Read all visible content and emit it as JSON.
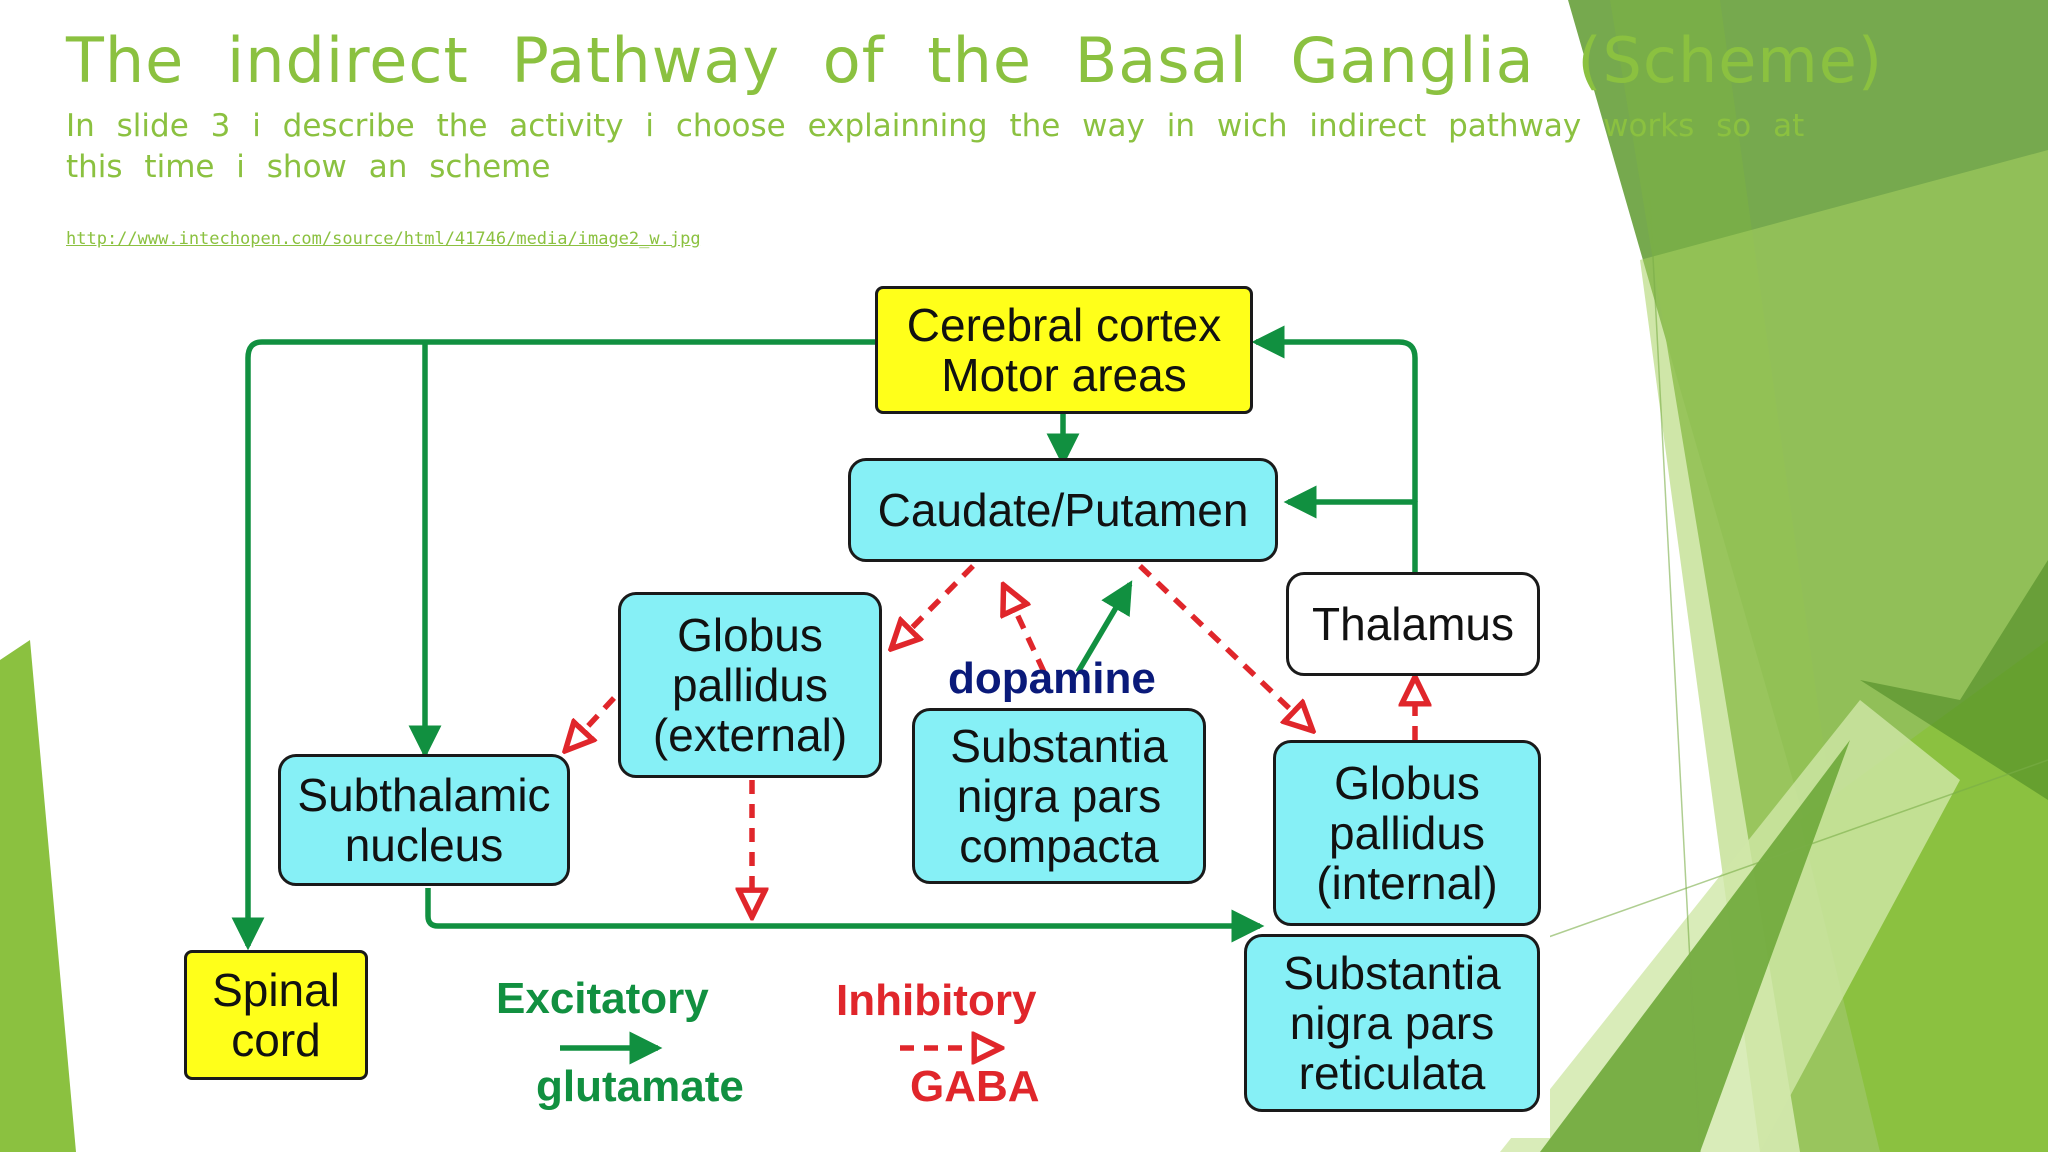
{
  "slide": {
    "title": "The  indirect  Pathway  of  the  Basal  Ganglia (Scheme)",
    "subtitle": "In slide 3  i describe  the  activity  i  choose  explainning  the  way in  wich  indirect  pathway  works so  at  this time  i  show  an scheme",
    "link": "http://www.intechopen.com/source/html/41746/media/image2_w.jpg"
  },
  "diagram": {
    "nodes": {
      "cortex": "Cerebral cortex\nMotor areas",
      "caudate": "Caudate/Putamen",
      "gpe": "Globus\npallidus\n(external)",
      "stn": "Subthalamic\nnucleus",
      "snc": "Substantia\nnigra pars\ncompacta",
      "thalamus": "Thalamus",
      "gpi": "Globus\npallidus\n(internal)",
      "snr": "Substantia\nnigra pars\nreticulata",
      "spinal": "Spinal\ncord"
    },
    "labels": {
      "dopamine": "dopamine",
      "excitatory": "Excitatory",
      "glutamate": "glutamate",
      "inhibitory": "Inhibitory",
      "gaba": "GABA"
    }
  },
  "colors": {
    "theme_green": "#8bc140",
    "excitatory": "#119040",
    "inhibitory": "#e0262b",
    "dopamine": "#0a1a7a",
    "node_cyan": "#86f0f6",
    "node_yellow": "#ffff1a"
  }
}
